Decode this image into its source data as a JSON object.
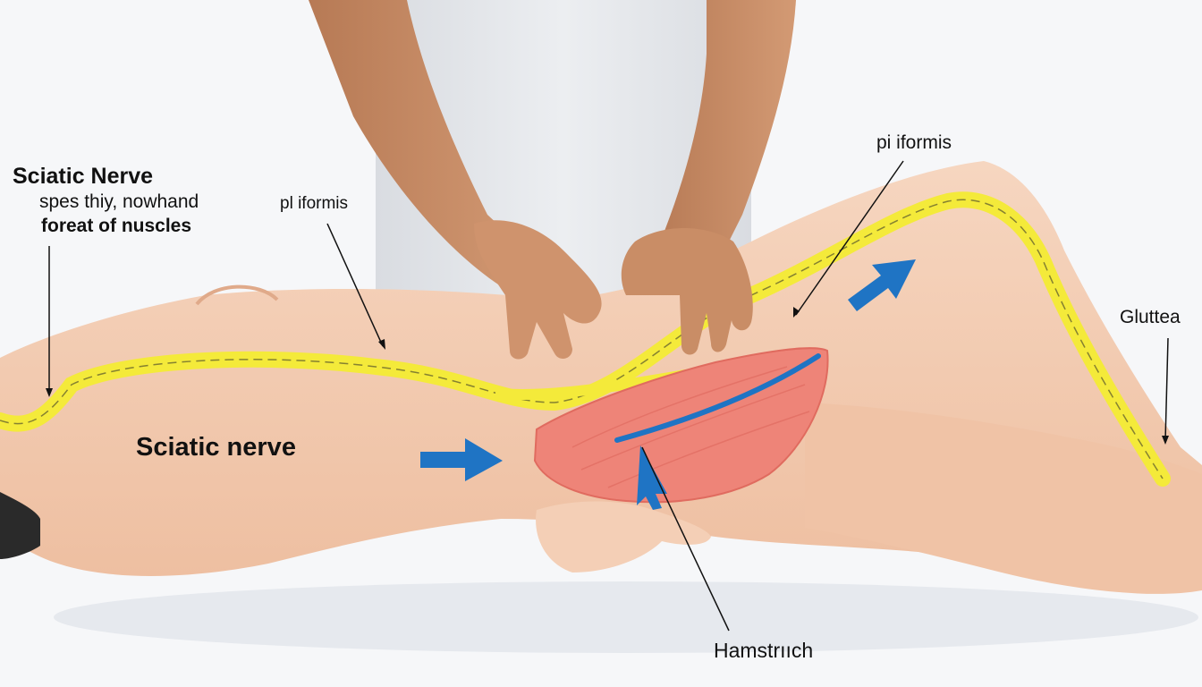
{
  "labels": {
    "sciatic_nerve_title": "Sciatic Nerve",
    "subtitle_line1": "spes thiy, nowhand",
    "subtitle_line2": "foreat of nuscles",
    "piriformis_left": "pl iformis",
    "piriformis_top": "pi iformis",
    "gluteal": "Gluttea",
    "sciatic_nerve_body": "Sciatic nerve",
    "hamstring": "Hamstrııch"
  },
  "colors": {
    "background": "#f6f7f9",
    "skin": "#f1c9ad",
    "skin_shadow": "#e2ad8c",
    "therapist_skin": "#c98d66",
    "therapist_shirt": "#e6e8ec",
    "nerve_yellow": "#f4ea3a",
    "muscle_red": "#ee8478",
    "arrow_blue": "#1f74c4",
    "hair": "#2a2a2a"
  },
  "icons": [
    "flow-arrow-icon",
    "leader-line"
  ]
}
